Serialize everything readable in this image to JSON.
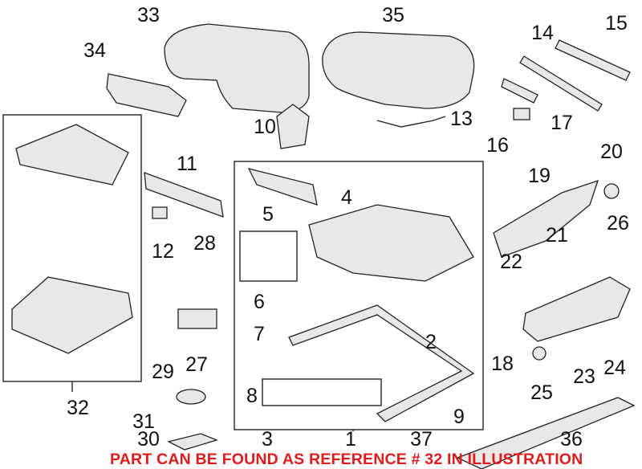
{
  "diagram": {
    "callouts": [
      "1",
      "2",
      "3",
      "4",
      "5",
      "6",
      "7",
      "8",
      "9",
      "10",
      "11",
      "12",
      "13",
      "14",
      "15",
      "16",
      "17",
      "18",
      "19",
      "20",
      "21",
      "22",
      "23",
      "24",
      "25",
      "26",
      "27",
      "28",
      "29",
      "30",
      "31",
      "32",
      "33",
      "34",
      "35",
      "36",
      "37"
    ],
    "note": "PART CAN BE FOUND AS REFERENCE # 32 IN ILLUSTRATION",
    "colors": {
      "note": "#e01b1b",
      "lines": "#222222"
    }
  }
}
